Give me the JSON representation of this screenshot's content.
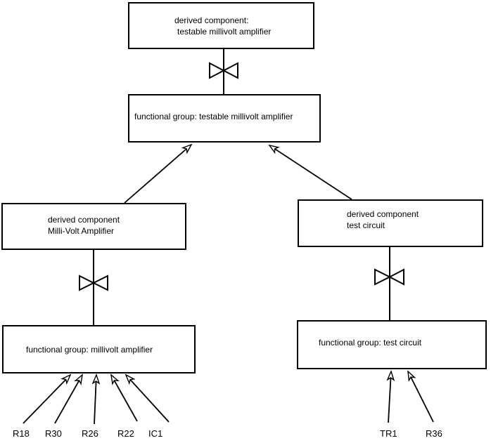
{
  "colors": {
    "background": "#ffffff",
    "line": "#000000",
    "text": "#000000"
  },
  "nodes": {
    "top_derived": {
      "line1": "derived component:",
      "line2": "testable millivolt amplifier"
    },
    "top_functional": {
      "label": "functional group: testable millivolt amplifier"
    },
    "left_derived": {
      "line1": "derived component",
      "line2": "Milli-Volt Amplifier"
    },
    "right_derived": {
      "line1": "derived component",
      "line2": "test circuit"
    },
    "left_functional": {
      "label": "functional group: millivolt amplifier"
    },
    "right_functional": {
      "label": "functional group: test circuit"
    }
  },
  "leaves": {
    "left": [
      "R18",
      "R30",
      "R26",
      "R22",
      "IC1"
    ],
    "right": [
      "TR1",
      "R36"
    ]
  },
  "icons": {
    "bowtie_connector": "▷◁"
  },
  "relations": [
    {
      "from": "functional group: testable millivolt amplifier",
      "to": "derived component: testable millivolt amplifier",
      "connector": "bowtie"
    },
    {
      "from": "derived component Milli-Volt Amplifier",
      "to": "functional group: testable millivolt amplifier",
      "connector": "arrow"
    },
    {
      "from": "derived component test circuit",
      "to": "functional group: testable millivolt amplifier",
      "connector": "arrow"
    },
    {
      "from": "functional group: millivolt amplifier",
      "to": "derived component Milli-Volt Amplifier",
      "connector": "bowtie"
    },
    {
      "from": "functional group: test circuit",
      "to": "derived component test circuit",
      "connector": "bowtie"
    },
    {
      "from": "R18",
      "to": "functional group: millivolt amplifier",
      "connector": "arrow"
    },
    {
      "from": "R30",
      "to": "functional group: millivolt amplifier",
      "connector": "arrow"
    },
    {
      "from": "R26",
      "to": "functional group: millivolt amplifier",
      "connector": "arrow"
    },
    {
      "from": "R22",
      "to": "functional group: millivolt amplifier",
      "connector": "arrow"
    },
    {
      "from": "IC1",
      "to": "functional group: millivolt amplifier",
      "connector": "arrow"
    },
    {
      "from": "TR1",
      "to": "functional group: test circuit",
      "connector": "arrow"
    },
    {
      "from": "R36",
      "to": "functional group: test circuit",
      "connector": "arrow"
    }
  ]
}
